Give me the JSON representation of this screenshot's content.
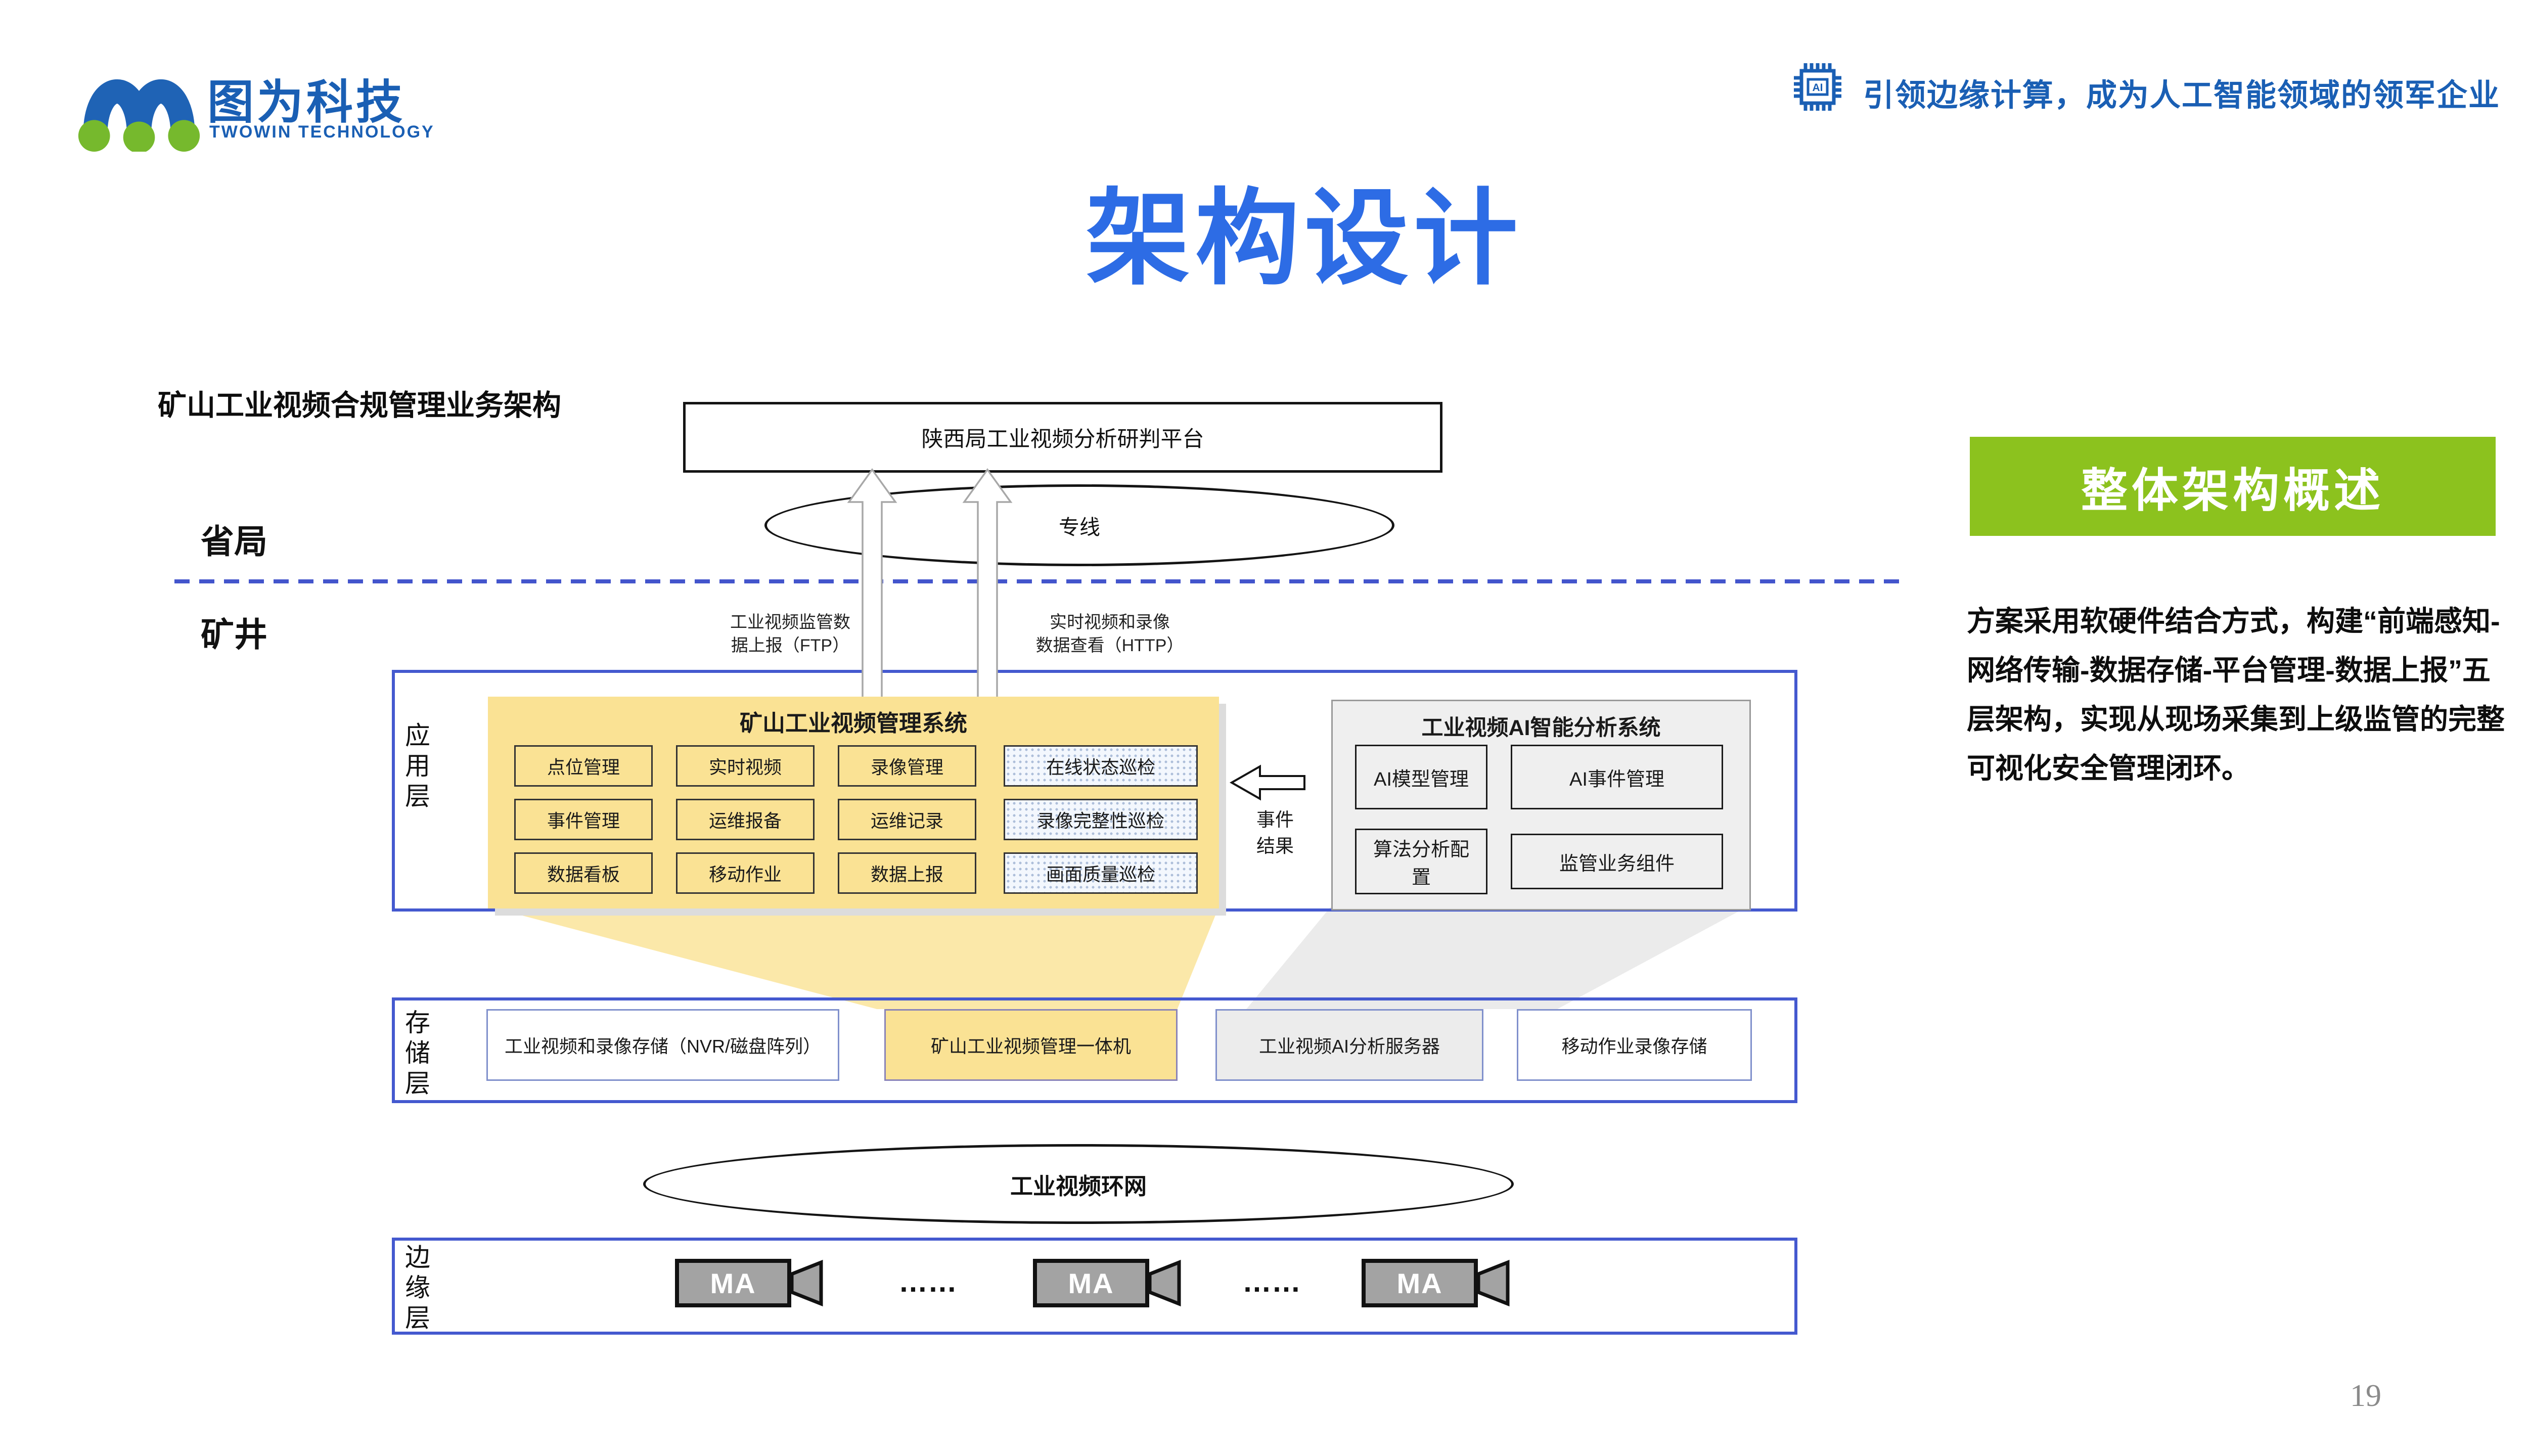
{
  "brand": {
    "logo_text": "图为科技",
    "logo_sub": "TWOWIN TECHNOLOGY",
    "chip_label": "AI",
    "tagline": "引领边缘计算，成为人工智能领域的领军企业"
  },
  "slide": {
    "title": "架构设计",
    "page_number": "19"
  },
  "diagram": {
    "caption": "矿山工业视频合规管理业务架构",
    "top_platform": "陕西局工业视频分析研判平台",
    "leased_line": "专线",
    "zone_top": "省局",
    "zone_bottom": "矿井",
    "link_labels": {
      "ftp_line1": "工业视频监管数",
      "ftp_line2": "据上报（FTP）",
      "http_line1": "实时视频和录像",
      "http_line2": "数据查看（HTTP）"
    },
    "app_layer": {
      "label": "应用层",
      "video_system": {
        "title": "矿山工业视频管理系统",
        "buttons": [
          [
            "点位管理",
            "实时视频",
            "录像管理"
          ],
          [
            "事件管理",
            "运维报备",
            "运维记录"
          ],
          [
            "数据看板",
            "移动作业",
            "数据上报"
          ]
        ],
        "inspection_buttons": [
          "在线状态巡检",
          "录像完整性巡检",
          "画面质量巡检"
        ]
      },
      "event_result_line1": "事件",
      "event_result_line2": "结果",
      "ai_system": {
        "title": "工业视频AI智能分析系统",
        "modules": [
          "AI模型管理",
          "AI事件管理",
          "算法分析配置",
          "监管业务组件"
        ]
      }
    },
    "storage_layer": {
      "label": "存储层",
      "boxes": [
        "工业视频和录像存储（NVR/磁盘阵列）",
        "矿山工业视频管理一体机",
        "工业视频AI分析服务器",
        "移动作业录像存储"
      ]
    },
    "ring_network": "工业视频环网",
    "edge_layer": {
      "label": "边缘层",
      "camera_label": "MA",
      "dots": "……"
    }
  },
  "sidebar": {
    "header": "整体架构概述",
    "paragraph": "方案采用软硬件结合方式，构建“前端感知-网络传输-数据存储-平台管理-数据上报”五层架构，实现从现场采集到上级监管的完整可视化安全管理闭环。"
  },
  "colors": {
    "accent_blue": "#2d6ce5",
    "brand_blue": "#1a5fb4",
    "brand_green": "#76b92d",
    "header_green": "#8cc21e",
    "panel_yellow": "#fae294",
    "layer_border_blue": "#4459cf",
    "dashed_blue": "#4355cc"
  }
}
